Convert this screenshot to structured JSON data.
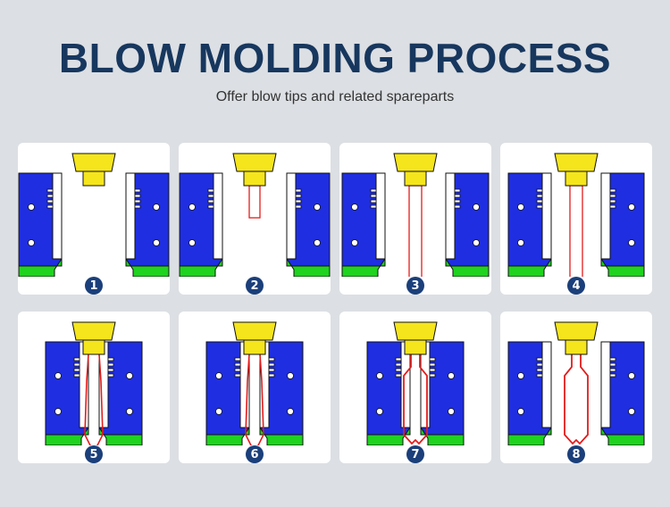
{
  "header": {
    "title": "BLOW MOLDING PROCESS",
    "subtitle": "Offer blow tips and related spareparts"
  },
  "colors": {
    "mold": "#1f2ee0",
    "cavity": "#ffffff",
    "base": "#1fd31f",
    "blow_tip": "#f5e51c",
    "parison": "#e41b1b",
    "badge": "#1b3f7a"
  },
  "steps": [
    {
      "number": "1"
    },
    {
      "number": "2"
    },
    {
      "number": "3"
    },
    {
      "number": "4"
    },
    {
      "number": "5"
    },
    {
      "number": "6"
    },
    {
      "number": "7"
    },
    {
      "number": "8"
    }
  ]
}
